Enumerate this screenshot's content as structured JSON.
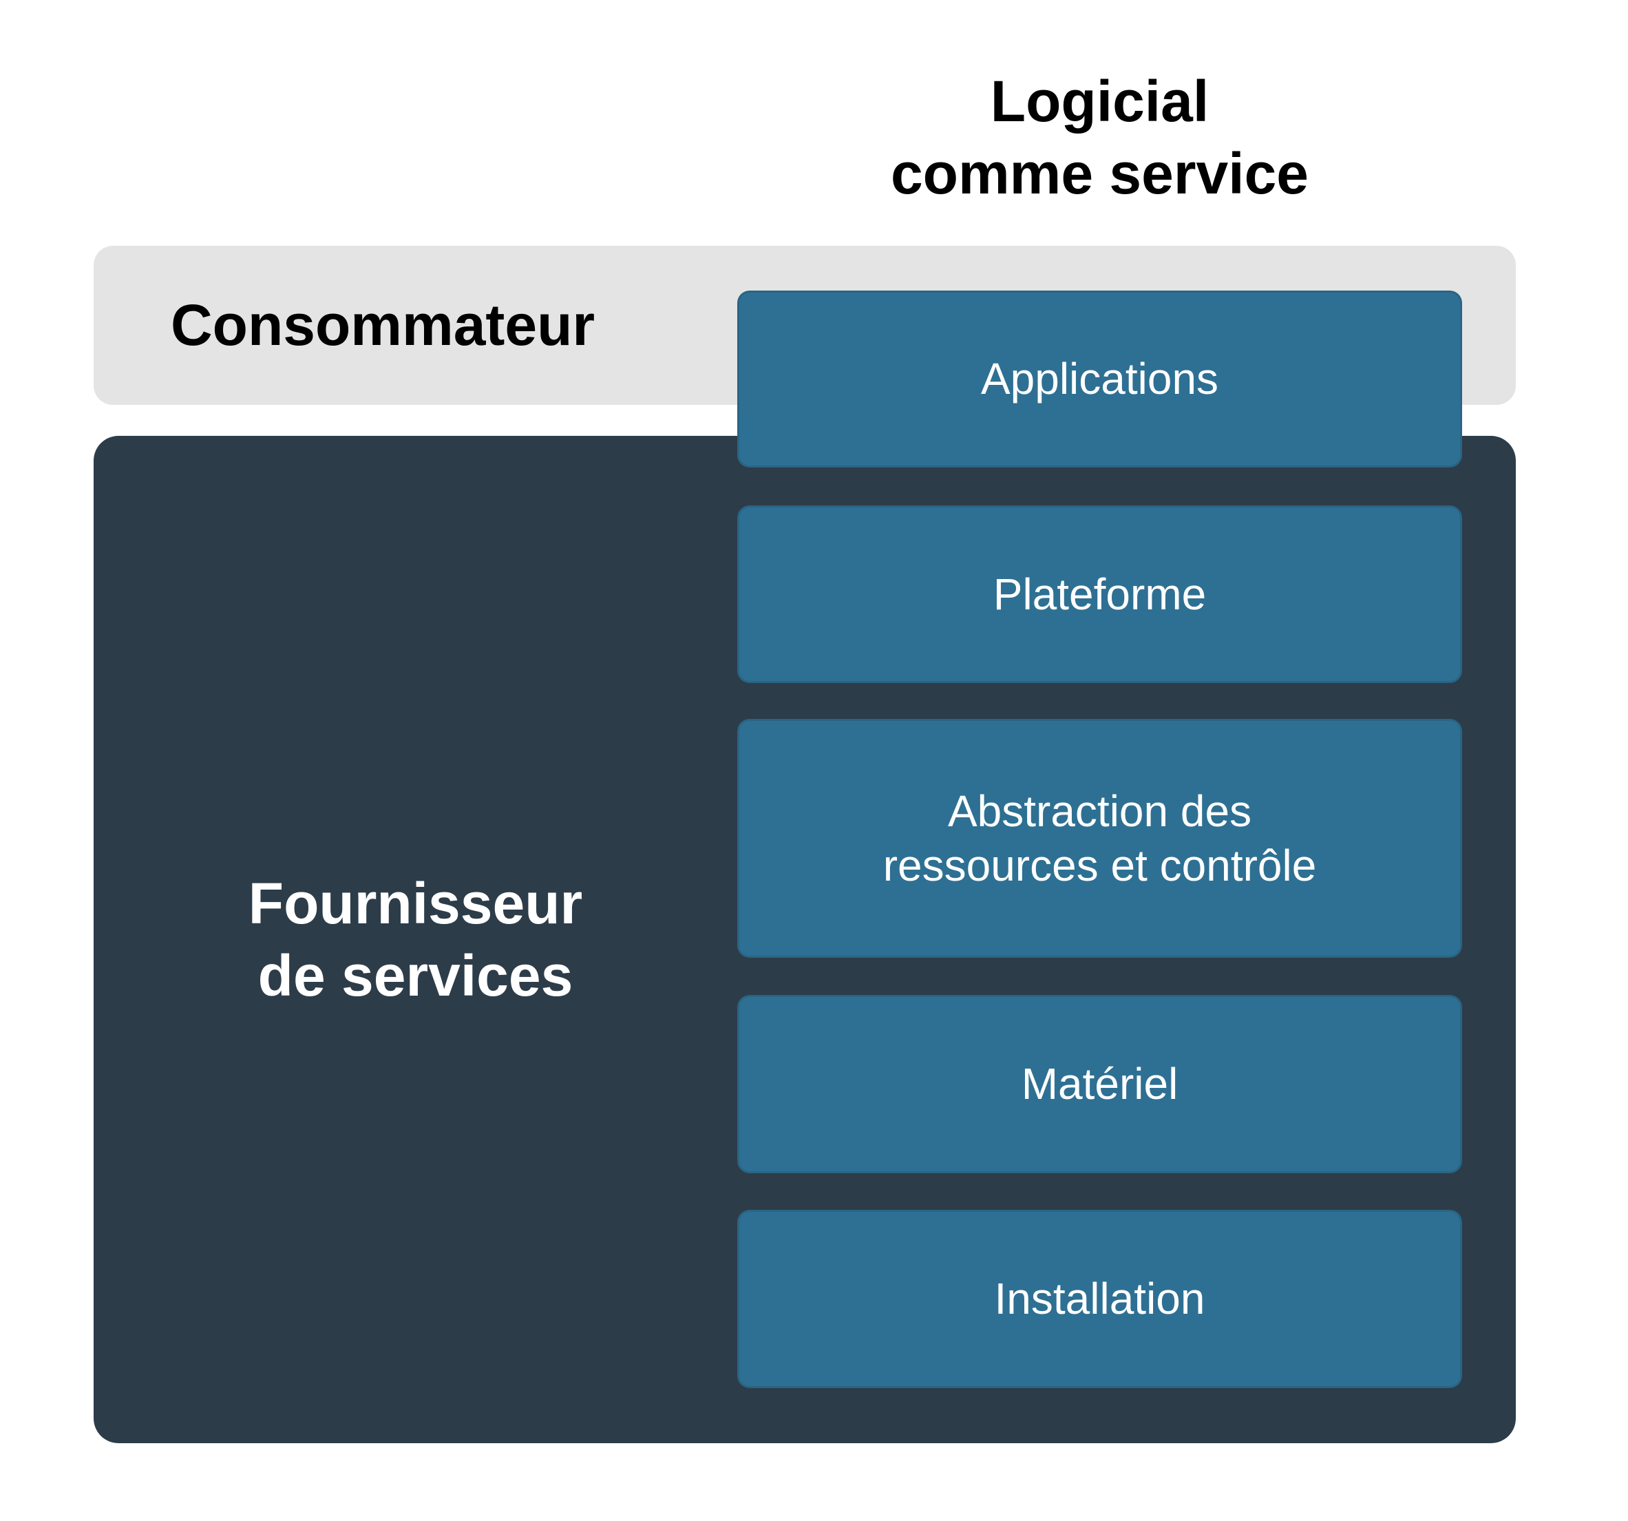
{
  "diagram": {
    "title": "Logicial\ncomme service",
    "consumer": {
      "label": "Consommateur"
    },
    "provider": {
      "label": "Fournisseur\nde services"
    },
    "layers": [
      {
        "label": "Applications"
      },
      {
        "label": "Plateforme"
      },
      {
        "label": "Abstraction des\nressources et contrôle"
      },
      {
        "label": "Matériel"
      },
      {
        "label": "Installation"
      }
    ],
    "colors": {
      "consumer_band": "#e4e4e4",
      "provider_box": "#2d3c49",
      "layer_box": "#2e7093",
      "text_dark": "#000000",
      "text_light": "#ffffff",
      "page_bg": "#ffffff"
    }
  }
}
